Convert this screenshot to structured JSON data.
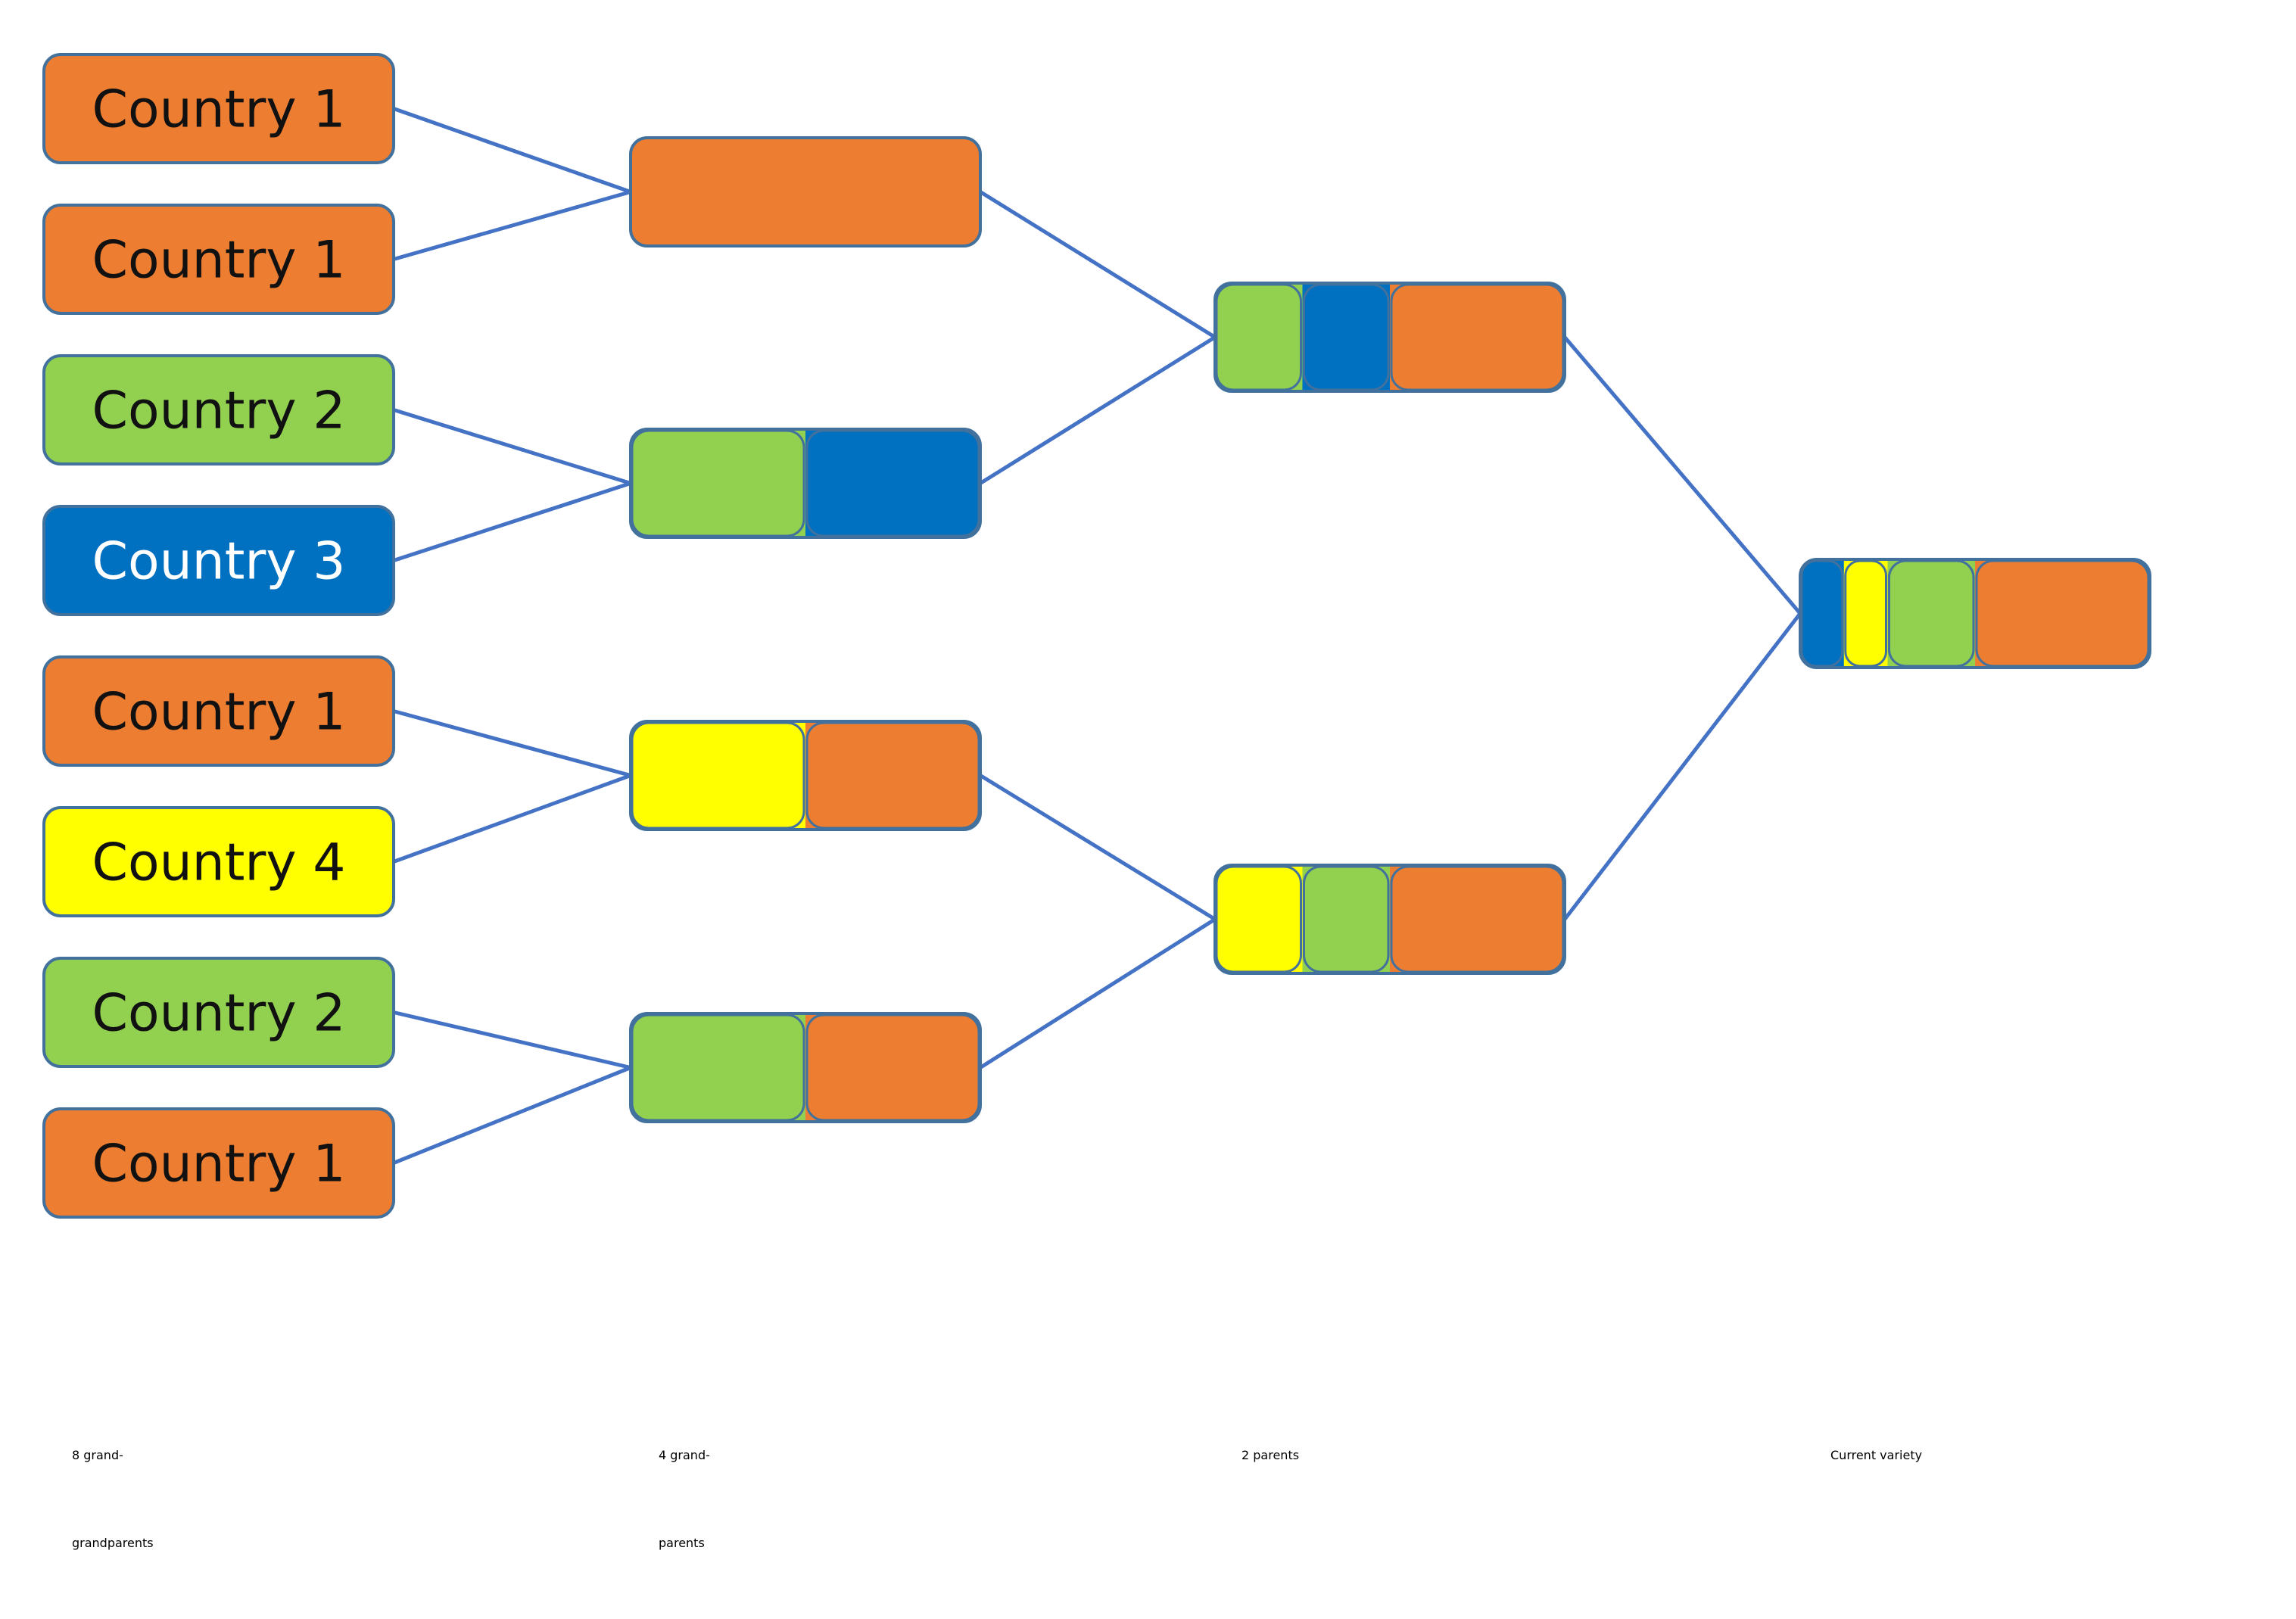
{
  "colors": {
    "Country 1": "#ed7d31",
    "Country 2": "#92d050",
    "Country 3": "#0070c0",
    "Country 4": "#ffff00",
    "border": "#41719c",
    "line": "#4472c4"
  },
  "generations": [
    {
      "label_lines": [
        "8 grand-",
        "grandparents"
      ]
    },
    {
      "label_lines": [
        "4 grand-",
        "parents"
      ]
    },
    {
      "label_lines": [
        "2 parents"
      ]
    },
    {
      "label_lines": [
        "Current variety"
      ]
    }
  ],
  "great_grandparents": [
    {
      "label": "Country 1",
      "origin": "Country 1"
    },
    {
      "label": "Country 1",
      "origin": "Country 1"
    },
    {
      "label": "Country 2",
      "origin": "Country 2"
    },
    {
      "label": "Country 3",
      "origin": "Country 3"
    },
    {
      "label": "Country 1",
      "origin": "Country 1"
    },
    {
      "label": "Country 4",
      "origin": "Country 4"
    },
    {
      "label": "Country 2",
      "origin": "Country 2"
    },
    {
      "label": "Country 1",
      "origin": "Country 1"
    }
  ],
  "grandparents": [
    {
      "composition": [
        {
          "origin": "Country 1",
          "share": 1.0
        }
      ]
    },
    {
      "composition": [
        {
          "origin": "Country 2",
          "share": 0.5
        },
        {
          "origin": "Country 3",
          "share": 0.5
        }
      ]
    },
    {
      "composition": [
        {
          "origin": "Country 4",
          "share": 0.5
        },
        {
          "origin": "Country 1",
          "share": 0.5
        }
      ]
    },
    {
      "composition": [
        {
          "origin": "Country 2",
          "share": 0.5
        },
        {
          "origin": "Country 1",
          "share": 0.5
        }
      ]
    }
  ],
  "parents": [
    {
      "composition": [
        {
          "origin": "Country 2",
          "share": 0.25
        },
        {
          "origin": "Country 3",
          "share": 0.25
        },
        {
          "origin": "Country 1",
          "share": 0.5
        }
      ]
    },
    {
      "composition": [
        {
          "origin": "Country 4",
          "share": 0.25
        },
        {
          "origin": "Country 2",
          "share": 0.25
        },
        {
          "origin": "Country 1",
          "share": 0.5
        }
      ]
    }
  ],
  "current_variety": {
    "composition": [
      {
        "origin": "Country 3",
        "share": 0.125
      },
      {
        "origin": "Country 4",
        "share": 0.125
      },
      {
        "origin": "Country 2",
        "share": 0.25
      },
      {
        "origin": "Country 1",
        "share": 0.5
      }
    ]
  }
}
